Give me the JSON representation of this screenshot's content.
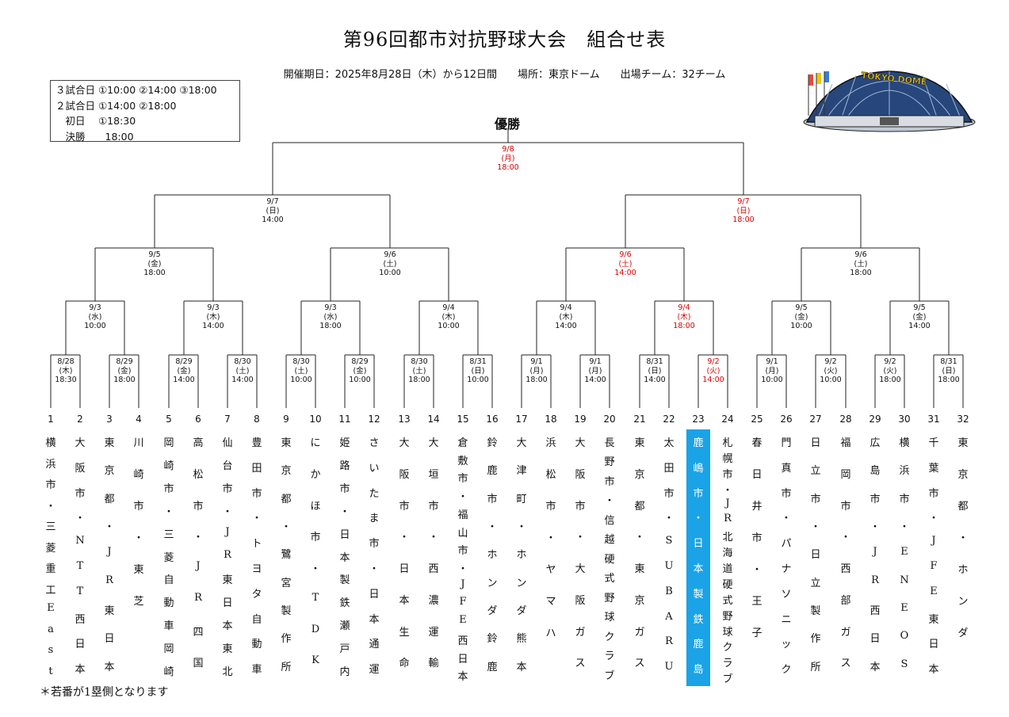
{
  "title": "第96回都市対抗野球大会　組合せ表",
  "subtitle": "開催期日：2025年8月28日（木）から12日間　　場所：東京ドーム　　出場チーム：32チーム",
  "schedule": {
    "lines": [
      "３試合日 ①10:00 ②14:00 ③18:00",
      "２試合日 ①14:00 ②18:00",
      "　初日　 ①18:30",
      "　決勝　　18:00"
    ]
  },
  "final_label": "優勝",
  "logo_text": "TOKYO DOME",
  "footnote": "＊若番が1塁側となります",
  "highlight_color": "#1aa3e6",
  "accent_red": "#d60000",
  "rounds": {
    "r1": [
      {
        "date": "8/28",
        "day": "(木)",
        "time": "18:30",
        "red": false
      },
      {
        "date": "8/29",
        "day": "(金)",
        "time": "18:00",
        "red": false
      },
      {
        "date": "8/29",
        "day": "(金)",
        "time": "14:00",
        "red": false
      },
      {
        "date": "8/30",
        "day": "(土)",
        "time": "14:00",
        "red": false
      },
      {
        "date": "8/30",
        "day": "(土)",
        "time": "10:00",
        "red": false
      },
      {
        "date": "8/29",
        "day": "(金)",
        "time": "10:00",
        "red": false
      },
      {
        "date": "8/30",
        "day": "(土)",
        "time": "18:00",
        "red": false
      },
      {
        "date": "8/31",
        "day": "(日)",
        "time": "10:00",
        "red": false
      },
      {
        "date": "9/1",
        "day": "(月)",
        "time": "18:00",
        "red": false
      },
      {
        "date": "9/1",
        "day": "(月)",
        "time": "14:00",
        "red": false
      },
      {
        "date": "8/31",
        "day": "(日)",
        "time": "14:00",
        "red": false
      },
      {
        "date": "9/2",
        "day": "(火)",
        "time": "14:00",
        "red": true
      },
      {
        "date": "9/1",
        "day": "(月)",
        "time": "10:00",
        "red": false
      },
      {
        "date": "9/2",
        "day": "(火)",
        "time": "10:00",
        "red": false
      },
      {
        "date": "9/2",
        "day": "(火)",
        "time": "18:00",
        "red": false
      },
      {
        "date": "8/31",
        "day": "(日)",
        "time": "18:00",
        "red": false
      }
    ],
    "r2": [
      {
        "date": "9/3",
        "day": "(水)",
        "time": "10:00",
        "red": false
      },
      {
        "date": "9/3",
        "day": "(木)",
        "time": "14:00",
        "red": false
      },
      {
        "date": "9/3",
        "day": "(水)",
        "time": "18:00",
        "red": false
      },
      {
        "date": "9/4",
        "day": "(木)",
        "time": "10:00",
        "red": false
      },
      {
        "date": "9/4",
        "day": "(木)",
        "time": "14:00",
        "red": false
      },
      {
        "date": "9/4",
        "day": "(木)",
        "time": "18:00",
        "red": true
      },
      {
        "date": "9/5",
        "day": "(金)",
        "time": "10:00",
        "red": false
      },
      {
        "date": "9/5",
        "day": "(金)",
        "time": "14:00",
        "red": false
      }
    ],
    "r3": [
      {
        "date": "9/5",
        "day": "(金)",
        "time": "18:00",
        "red": false
      },
      {
        "date": "9/6",
        "day": "(土)",
        "time": "10:00",
        "red": false
      },
      {
        "date": "9/6",
        "day": "(土)",
        "time": "14:00",
        "red": true
      },
      {
        "date": "9/6",
        "day": "(土)",
        "time": "18:00",
        "red": false
      }
    ],
    "r4": [
      {
        "date": "9/7",
        "day": "(日)",
        "time": "14:00",
        "red": false
      },
      {
        "date": "9/7",
        "day": "(日)",
        "time": "18:00",
        "red": true
      }
    ],
    "r5": [
      {
        "date": "9/8",
        "day": "(月)",
        "time": "18:00",
        "red": true
      }
    ]
  },
  "teams": [
    {
      "num": "1",
      "name": "横浜市・三菱重工East"
    },
    {
      "num": "2",
      "name": "大阪市・NTT西日本"
    },
    {
      "num": "3",
      "name": "東京都・JR東日本"
    },
    {
      "num": "4",
      "name": "川崎市・東芝"
    },
    {
      "num": "5",
      "name": "岡崎市・三菱自動車岡崎"
    },
    {
      "num": "6",
      "name": "高松市・JR四国"
    },
    {
      "num": "7",
      "name": "仙台市・JR東日本東北"
    },
    {
      "num": "8",
      "name": "豊田市・トヨタ自動車"
    },
    {
      "num": "9",
      "name": "東京都・鷺宮製作所"
    },
    {
      "num": "10",
      "name": "にかほ市・TDK"
    },
    {
      "num": "11",
      "name": "姫路市・日本製鉄瀬戸内"
    },
    {
      "num": "12",
      "name": "さいたま市・日本通運"
    },
    {
      "num": "13",
      "name": "大阪市・日本生命"
    },
    {
      "num": "14",
      "name": "大垣市・西濃運輸"
    },
    {
      "num": "15",
      "name": "倉敷市・福山市・JFE西日本"
    },
    {
      "num": "16",
      "name": "鈴鹿市・ホンダ鈴鹿"
    },
    {
      "num": "17",
      "name": "大津町・ホンダ熊本"
    },
    {
      "num": "18",
      "name": "浜松市・ヤマハ"
    },
    {
      "num": "19",
      "name": "大阪市・大阪ガス"
    },
    {
      "num": "20",
      "name": "長野市・信越硬式野球クラブ"
    },
    {
      "num": "21",
      "name": "東京都・東京ガス"
    },
    {
      "num": "22",
      "name": "太田市・SUBARU"
    },
    {
      "num": "23",
      "name": "鹿嶋市・日本製鉄鹿島"
    },
    {
      "num": "24",
      "name": "札幌市・JR北海道硬式野球クラブ"
    },
    {
      "num": "25",
      "name": "春日井市・王子"
    },
    {
      "num": "26",
      "name": "門真市・パナソニック"
    },
    {
      "num": "27",
      "name": "日立市・日立製作所"
    },
    {
      "num": "28",
      "name": "福岡市・西部ガス"
    },
    {
      "num": "29",
      "name": "広島市・JR西日本"
    },
    {
      "num": "30",
      "name": "横浜市・ENEOS"
    },
    {
      "num": "31",
      "name": "千葉市・JFE東日本"
    },
    {
      "num": "32",
      "name": "東京都・ホンダ"
    }
  ],
  "highlight_team": "23"
}
